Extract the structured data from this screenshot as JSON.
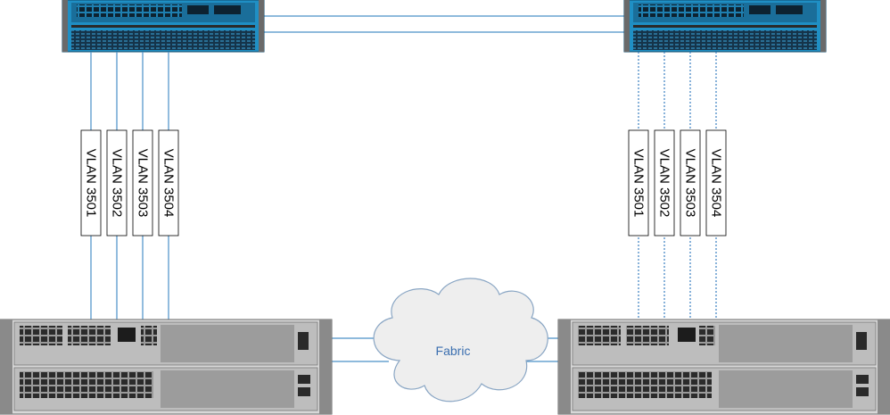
{
  "diagram": {
    "cloud_label": "Fabric",
    "left_vlans": [
      "VLAN 3501",
      "VLAN 3502",
      "VLAN 3503",
      "VLAN 3504"
    ],
    "right_vlans": [
      "VLAN 3501",
      "VLAN 3502",
      "VLAN 3503",
      "VLAN 3504"
    ],
    "colors": {
      "firewall_body": "#1f8fc4",
      "firewall_dark": "#1a2b3a",
      "link_line": "#4a90c8",
      "dotted_link": "#3a7fc0",
      "switch_body": "#d8d8d8",
      "cloud_fill": "#eeeeee",
      "cloud_text": "#3b6fb0"
    }
  }
}
